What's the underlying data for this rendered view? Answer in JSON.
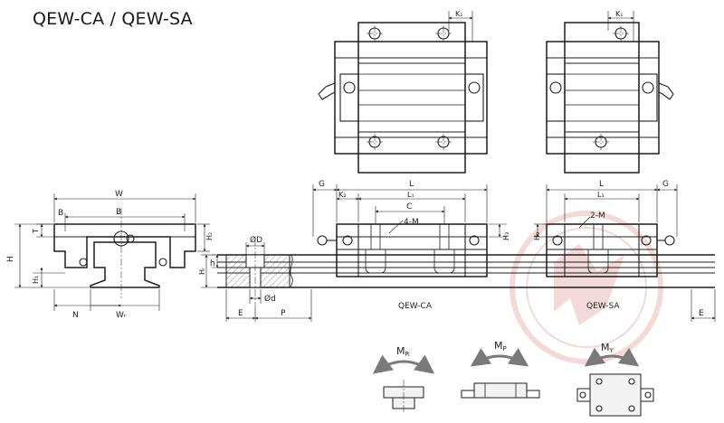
{
  "title": "QEW-CA / QEW-SA",
  "labels": {
    "k1_top_ca": "K₁",
    "k1_top_sa": "K₁",
    "w": "W",
    "b_small": "B",
    "b": "B",
    "t": "T",
    "h2": "H₂",
    "h": "H",
    "h1": "H₁",
    "n": "N",
    "wr": "Wᵣ",
    "g_ca": "G",
    "k2": "K₂",
    "l_ca": "L",
    "l1_ca": "L₁",
    "c": "C",
    "four_m": "4-M",
    "h3_ca": "H₃",
    "l_sa": "L",
    "l1_sa": "L₁",
    "g_sa": "G",
    "two_m": "2-M",
    "h3_sa": "H₃",
    "od_top": "ØD",
    "h_rail": "h",
    "hr": "Hᵣ",
    "od_bottom": "Ød",
    "e_left": "E",
    "p": "P",
    "e_right": "E",
    "qew_ca": "QEW-CA",
    "qew_sa": "QEW-SA",
    "mr": "Mᴿ",
    "mp": "Mᴾ",
    "my": "Mʸ"
  },
  "moment_labels": {
    "mr_main": "M",
    "mr_sub": "R",
    "mp_main": "M",
    "mp_sub": "P",
    "my_main": "M",
    "my_sub": "Y"
  }
}
